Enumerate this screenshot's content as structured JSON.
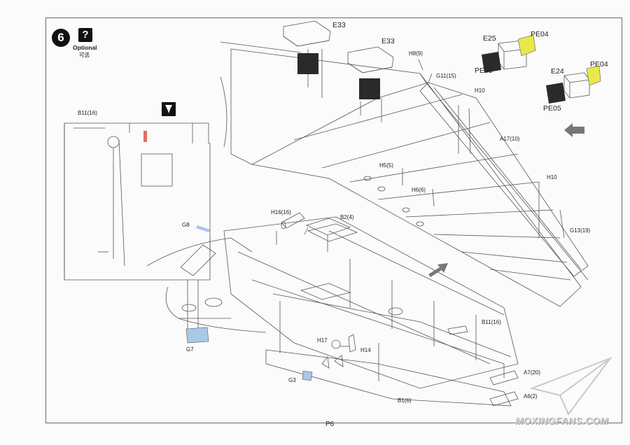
{
  "step": {
    "number": "6",
    "optional_icon": "?",
    "optional_label": "Optional",
    "optional_label_cn": "可选"
  },
  "page": {
    "number": "P6"
  },
  "watermark": {
    "text": "MOXINGFANS.COM"
  },
  "labels": {
    "e33_a": "E33",
    "e33_b": "E33",
    "h8": "H8(9)",
    "g11": "G11(15)",
    "e25": "E25",
    "pe04_a": "PE04",
    "pe05_a": "PE05",
    "e24": "E24",
    "pe04_b": "PE04",
    "pe05_b": "PE05",
    "h10_a": "H10",
    "a17": "A17(10)",
    "h5": "H5(5)",
    "h6": "H6(6)",
    "h10_b": "H10",
    "g13": "G13(19)",
    "b11_a": "B11(16)",
    "h16": "H16(16)",
    "b2": "B2(4)",
    "g8": "G8",
    "g7": "G7",
    "h17": "H17",
    "h14": "H14",
    "b11_b": "B11(16)",
    "g3": "G3",
    "a7": "A7(20)",
    "a6": "A6(2)",
    "b1": "B1(6)"
  },
  "colors": {
    "line": "#555555",
    "photo_etch_yellow": "#e8e84a",
    "dark_grille": "#2a2a2a",
    "highlight_blue": "#a8c8e8",
    "highlight_red": "#e07060"
  },
  "icons": [
    "step-number-badge",
    "optional-question-icon",
    "glue-icon",
    "direction-arrow-icon",
    "paper-plane-logo-icon"
  ]
}
